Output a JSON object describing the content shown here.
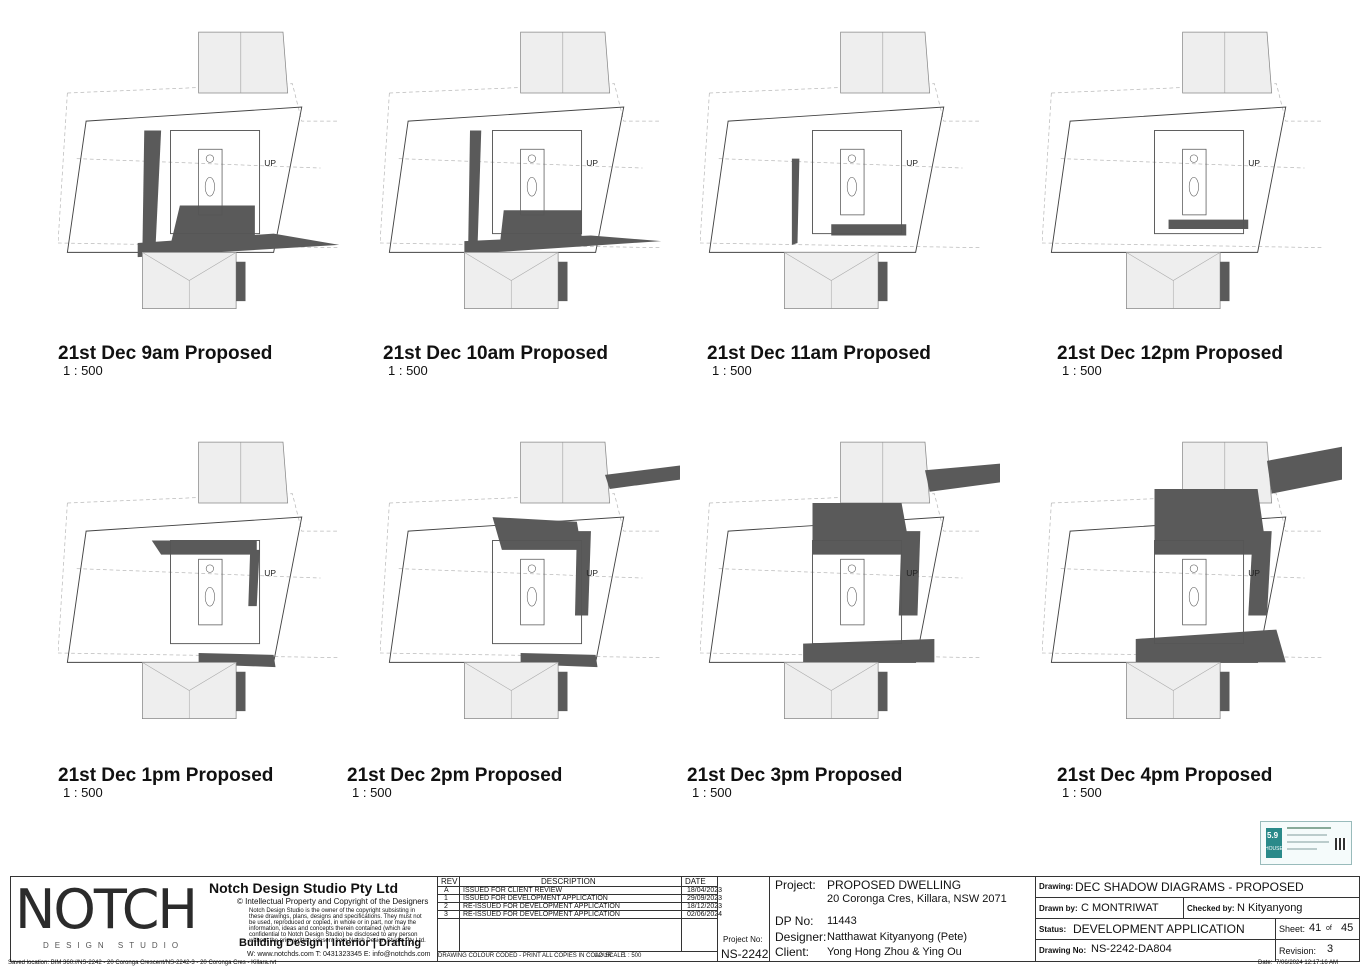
{
  "views": [
    {
      "title": "21st Dec 9am Proposed",
      "scale": "1 : 500"
    },
    {
      "title": "21st Dec 10am Proposed",
      "scale": "1 : 500"
    },
    {
      "title": "21st Dec 11am Proposed",
      "scale": "1 : 500"
    },
    {
      "title": "21st Dec 12pm Proposed",
      "scale": "1 : 500"
    },
    {
      "title": "21st Dec 1pm Proposed",
      "scale": "1 : 500"
    },
    {
      "title": "21st Dec 2pm Proposed",
      "scale": "1 : 500"
    },
    {
      "title": "21st Dec 3pm Proposed",
      "scale": "1 : 500"
    },
    {
      "title": "21st Dec 4pm Proposed",
      "scale": "1 : 500"
    }
  ],
  "plan_label": "UP",
  "company": {
    "logo": "NOTCH",
    "logo_sub": "DESIGN STUDIO",
    "name": "Notch Design Studio Pty Ltd",
    "copyright": "© Intellectual Property and Copyright of the Designers",
    "disclaimer": "Notch Design Studio is the owner of the copyright subsisting in these drawings, plans, designs and specifications. They must not be used, reproduced or copied, in whole or in part, nor may the information, ideas and concepts therein contained (which are confidential to Notch Design Studio) be disclosed to any person without the prior written consent from Notch Design Studio Pty Ltd.",
    "services": "Building Design | Interior | Drafting",
    "contact": "W: www.notchds.com  T: 0431323345  E: info@notchds.com"
  },
  "revisions": {
    "headers": [
      "REV",
      "DESCRIPTION",
      "DATE"
    ],
    "rows": [
      [
        "A",
        "ISSUED FOR CLIENT REVIEW",
        "18/04/2023"
      ],
      [
        "1",
        "ISSUED FOR DEVELOPMENT APPLICATION",
        "29/09/2023"
      ],
      [
        "2",
        "RE-ISSUED FOR DEVELOPMENT APPLICATION",
        "18/12/2023"
      ],
      [
        "3",
        "RE-ISSUED FOR DEVELOPMENT APPLICATION",
        "02/06/2024"
      ]
    ],
    "colour_note": "DRAWING COLOUR CODED - PRINT ALL COPIES IN COLOUR",
    "paper": "A2",
    "scale_label": "SCALE",
    "scale_value": "1 : 500"
  },
  "project_no_label": "Project No:",
  "project_no": "NS-2242",
  "project": {
    "label": "Project:",
    "name": "PROPOSED DWELLING",
    "address": "20 Coronga Cres, Killara, NSW 2071",
    "dp_label": "DP No:",
    "dp": "11443",
    "designer_label": "Designer:",
    "designer": "Natthawat Kityanyong (Pete)",
    "client_label": "Client:",
    "client": "Yong Hong Zhou & Ying Ou"
  },
  "drawing": {
    "drawing_label": "Drawing:",
    "drawing": "DEC SHADOW DIAGRAMS - PROPOSED",
    "drawn_label": "Drawn by:",
    "drawn": "C MONTRIWAT",
    "checked_label": "Checked by:",
    "checked": "N Kityanyong",
    "status_label": "Status:",
    "status": "DEVELOPMENT APPLICATION",
    "sheet_label": "Sheet:",
    "sheet": "41",
    "of_label": "of",
    "sheet_total": "45",
    "no_label": "Drawing No:",
    "no": "NS-2242-DA804",
    "revision_label": "Revision:",
    "revision": "3"
  },
  "footer": {
    "saved": "Saved location:  BIM 360://NS-2242 - 20 Coronga Crescent/NS-2242-3 - 20 Coronga Cres - Killara.rvt",
    "date_label": "Date:",
    "date": "7/06/2024 12:17:16 AM"
  },
  "stamp": {
    "rating": "5.9",
    "label": "HOUSE"
  }
}
